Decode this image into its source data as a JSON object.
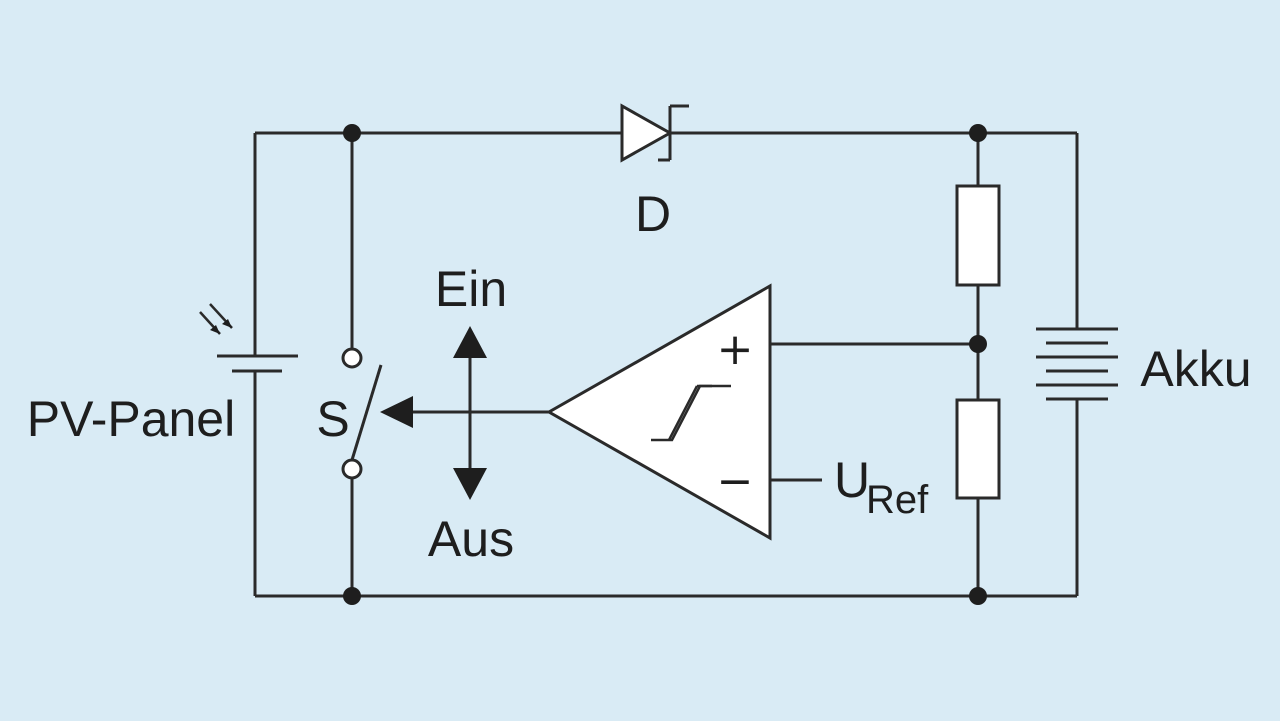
{
  "labels": {
    "diode": "D",
    "switch": "S",
    "on": "Ein",
    "off": "Aus",
    "panel": "PV-Panel",
    "battery": "Akku",
    "ref_main": "U",
    "ref_sub": "Ref",
    "plus": "+",
    "minus": "−"
  },
  "colors": {
    "background": "#d9ebf5",
    "line": "#2a2a2a"
  }
}
